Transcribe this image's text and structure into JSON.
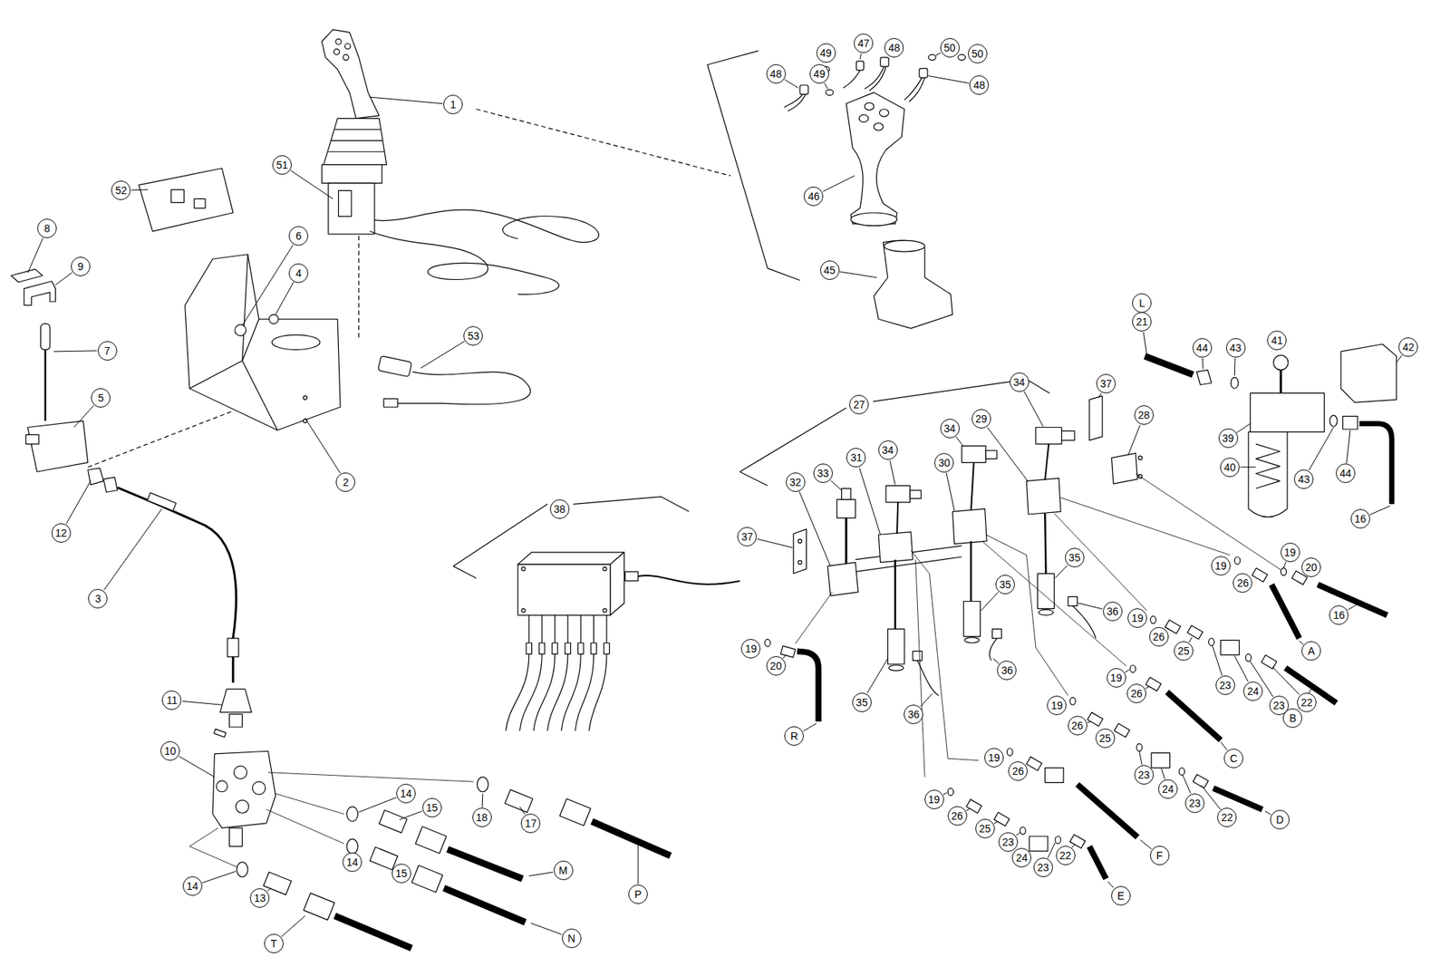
{
  "diagram": {
    "labels": [
      "1",
      "8",
      "9",
      "52",
      "51",
      "6",
      "4",
      "7",
      "5",
      "2",
      "53",
      "12",
      "3",
      "11",
      "10",
      "14",
      "18",
      "15",
      "17",
      "14",
      "15",
      "14",
      "13",
      "M",
      "P",
      "N",
      "T",
      "38",
      "47",
      "49",
      "48",
      "50",
      "49",
      "48",
      "50",
      "48",
      "46",
      "45",
      "L",
      "21",
      "44",
      "43",
      "41",
      "42",
      "39",
      "40",
      "43",
      "44",
      "16",
      "27",
      "34",
      "37",
      "28",
      "29",
      "34",
      "30",
      "31",
      "34",
      "33",
      "32",
      "37",
      "35",
      "35",
      "35",
      "36",
      "36",
      "36",
      "19",
      "20",
      "16",
      "19",
      "26",
      "19",
      "26",
      "25",
      "23",
      "24",
      "23",
      "22",
      "A",
      "B",
      "19",
      "20",
      "R",
      "19",
      "26",
      "C",
      "19",
      "26",
      "25",
      "23",
      "24",
      "23",
      "22",
      "D",
      "19",
      "26",
      "19",
      "26",
      "25",
      "23",
      "24",
      "23",
      "22",
      "F",
      "E"
    ]
  }
}
